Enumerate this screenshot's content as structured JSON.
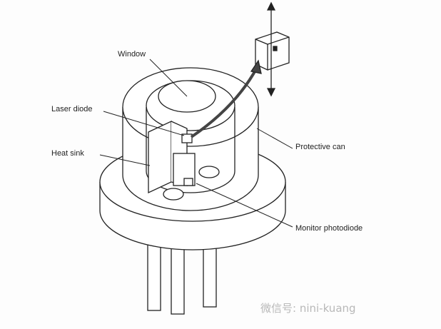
{
  "labels": {
    "window": "Window",
    "laser_diode": "Laser diode",
    "heat_sink": "Heat sink",
    "protective_can": "Protective can",
    "monitor_photodiode": "Monitor photodiode"
  },
  "watermark": "微信号: nini-kuang"
}
